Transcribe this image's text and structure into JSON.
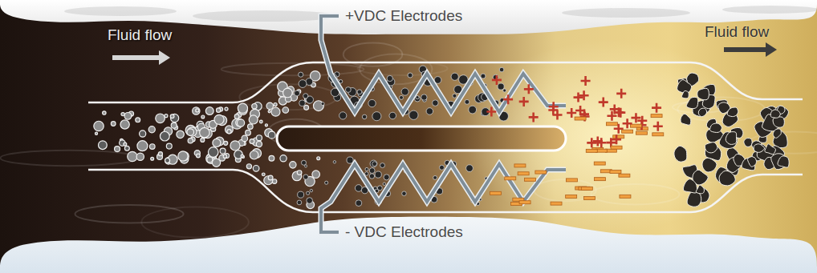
{
  "diagram": {
    "labels": [
      "+VDC Electrodes",
      "Fluid flow",
      "Fluid flow",
      "- VDC Electrodes"
    ]
  }
}
